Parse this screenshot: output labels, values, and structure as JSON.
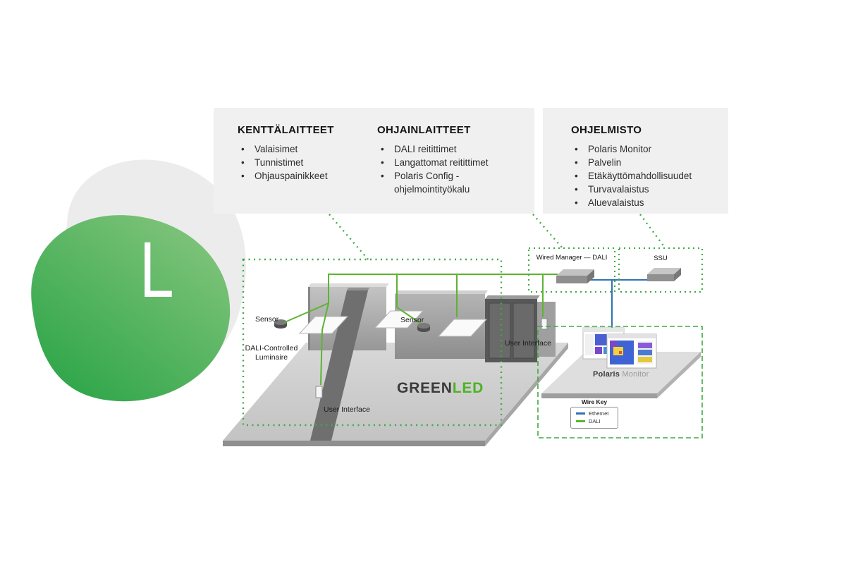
{
  "logo": {
    "letter": "L"
  },
  "panels": {
    "kenttalaitteet": {
      "title": "KENTTÄLAITTEET",
      "items": [
        "Valaisimet",
        "Tunnistimet",
        "Ohjauspainikkeet"
      ]
    },
    "ohjainlaitteet": {
      "title": "OHJAINLAITTEET",
      "items": [
        "DALI reitittimet",
        "Langattomat reitittimet",
        "Polaris Config - ohjelmointityökalu"
      ]
    },
    "ohjelmisto": {
      "title": "OHJELMISTO",
      "items": [
        "Polaris Monitor",
        "Palvelin",
        "Etäkäyttömahdollisuudet",
        "Turvavalaistus",
        "Aluevalaistus"
      ]
    }
  },
  "scene": {
    "sensor_1": "Sensor",
    "sensor_2": "Sensor",
    "luminaire": "DALI-Controlled Luminaire",
    "user_interface_1": "User Interface",
    "user_interface_2": "User Interface",
    "brand_part_1": "GREEN",
    "brand_part_2": "LED"
  },
  "devices": {
    "wired_manager": "Wired Manager — DALI",
    "ssu": "SSU",
    "polaris_part_1": "Polaris",
    "polaris_part_2": "Monitor"
  },
  "wire_key": {
    "title": "Wire Key",
    "items": [
      {
        "label": "Ethernet",
        "color": "#2e74b5"
      },
      {
        "label": "DALI",
        "color": "#5cb431"
      }
    ]
  },
  "colors": {
    "accent_green_dotted": "#3faa45",
    "dali_green": "#5cb431",
    "ethernet_blue": "#2e74b5",
    "brand_green": "#4db324",
    "panel_gray": "#f0f0f0"
  }
}
